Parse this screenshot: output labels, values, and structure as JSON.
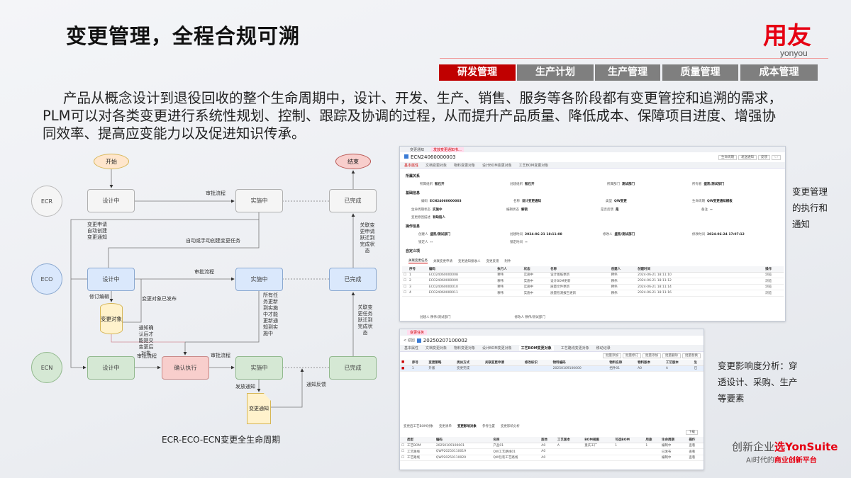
{
  "title": "变更管理，全程合规可溯",
  "logo": {
    "brand": "用友",
    "sub": "yonyou"
  },
  "nav_tabs": [
    {
      "label": "研发管理",
      "active": true
    },
    {
      "label": "生产计划",
      "active": false
    },
    {
      "label": "生产管理",
      "active": false
    },
    {
      "label": "质量管理",
      "active": false
    },
    {
      "label": "成本管理",
      "active": false
    }
  ],
  "paragraph_lines": [
    "产品从概念设计到退役回收的整个生命周期中，设计、开发、生产、销售、服务等各阶段都有变更管控和追溯的需求，",
    "PLM可以对各类变更进行系统性规划、控制、跟踪及协调的过程，从而提升产品质量、降低成本、保障项目进度、增强协",
    "同效率、提高应变能力以及促进知识传承。"
  ],
  "flow": {
    "start": "开始",
    "end": "结束",
    "lanes": [
      "ECR",
      "ECO",
      "ECN"
    ],
    "design": "设计中",
    "implementing": "实施中",
    "done": "已完成",
    "confirm": "确认执行",
    "change_object": "变更对象",
    "change_notice": "变更通知",
    "labels": {
      "approve": "审批流程",
      "auto_create_notice": "变更申请自动创建变更通知",
      "auto_create_task": "自动或手动创建变更任务",
      "revise": "修订编辑",
      "object_released": "变更对象已发布",
      "notify_confirm": "通知确认后才能提交变更后对象",
      "all_tasks": "所有任务更新到实施中才能更新通知到实施中",
      "ecr_done": "关联变更申请跃迁到完成状态",
      "eco_done": "关联变更任务跃迁到完成状态",
      "release_notice": "发放通知",
      "feedback": "通知反馈"
    },
    "caption": "ECR-ECO-ECN变更全生命周期"
  },
  "shot1": {
    "tabs": [
      "变更通知",
      "发放变更通知书..."
    ],
    "code": "ECN24060000003",
    "buttons": [
      "生命周期",
      "发送通知",
      "反馈"
    ],
    "subtabs": [
      "基本属性",
      "文档变更对象",
      "物料变更对象",
      "设计BOM变更对象",
      "工艺BOM变更对象"
    ],
    "sections": [
      "所属关系",
      "基础信息",
      "操作信息",
      "自定义项"
    ],
    "fields": {
      "org_label": "所属组织",
      "org": "智石开",
      "create_org_label": "创建组织",
      "create_org": "智石开",
      "dept_label": "所属部门",
      "dept": "测试部门",
      "owner_label": "所有者",
      "owner": "盛凯/测试部门",
      "code_label": "编码",
      "code": "ECN24060000003",
      "name_label": "名称",
      "name": "设计变更通知",
      "type_label": "类型",
      "type": "QW变更",
      "lifecycle_label": "生命周期",
      "lifecycle": "QW变更通知模板",
      "state_label": "生命周期状态",
      "state": "实施中",
      "edit_label": "编辑状态",
      "edit": "解锁",
      "feedback_label": "是否反馈",
      "feedback": "是",
      "remark_label": "备注",
      "remark": "--",
      "reason_label": "变更原因描述",
      "reason": "有缺陷人",
      "creator_label": "创建人",
      "creator": "盛凯/测试部门",
      "ctime_label": "创建时间",
      "ctime": "2024-06-21 18:11:08",
      "modifier_label": "修改人",
      "modifier": "盛凯/测试部门",
      "mtime_label": "修改时间",
      "mtime": "2024-06-24 17:07:12",
      "lock_label": "锁定人",
      "lock": "--",
      "locktime_label": "锁定时间",
      "locktime": "--"
    },
    "table_tabs": [
      "关联变更任务",
      "关联变更申请",
      "变更通知接收人",
      "变更反馈",
      "附件"
    ],
    "columns": [
      "序号",
      "编码",
      "执行人",
      "状态",
      "名称",
      "创建人",
      "创建时间",
      "操作"
    ],
    "rows": [
      [
        "1",
        "ECO24060000008",
        "穆伟",
        "实施中",
        "设计图纸更新",
        "穆伟",
        "2024-06-21 18:11:10",
        "浏览"
      ],
      [
        "2",
        "ECO24060000009",
        "穆伟",
        "实施中",
        "设计BOM更新",
        "穆伟",
        "2024-06-21 18:11:12",
        "浏览"
      ],
      [
        "3",
        "ECO24060000010",
        "穆伟",
        "实施中",
        "质量文件更新",
        "穆伟",
        "2024-06-21 18:11:14",
        "浏览"
      ],
      [
        "4",
        "ECO24060000011",
        "穆伟",
        "实施中",
        "质量检测报告更新",
        "穆伟",
        "2024-06-21 18:11:16",
        "浏览"
      ]
    ],
    "footer": {
      "creator": "创建人  穆伟/测试部门",
      "modifier": "修改人  穆伟/测试部门"
    }
  },
  "shot2": {
    "tab": "变更任务",
    "back": "< 返回",
    "code": "20250207100002",
    "subtabs": [
      "基本属性",
      "文档变更对象",
      "物料变更对象",
      "设计BOM变更对象",
      "工艺BOM变更对象",
      "工艺路线变更对象",
      "移动记录"
    ],
    "buttons": [
      "批量添加",
      "批量修订",
      "批量添加",
      "批量删除",
      "批量替换"
    ],
    "columns": [
      "序号",
      "变更策略",
      "类似方式",
      "关联变更申请",
      "修改标识",
      "物料编码",
      "物料名称",
      "物料版本",
      "工艺版本",
      "生"
    ],
    "row": [
      "1",
      "升版",
      "变更完成",
      "",
      "",
      "20250109100000",
      "挡件01",
      "A0",
      "A",
      "已"
    ],
    "bottom_tabs": [
      "变更后工艺BOM对象",
      "变更清单",
      "变更影响对象",
      "参考位置",
      "变更影响分析"
    ],
    "download": "下载",
    "bcolumns": [
      "类型",
      "编码",
      "名称",
      "版本",
      "工艺版本",
      "BOM视图",
      "可选BOM",
      "用途",
      "生命周期",
      "操作"
    ],
    "brows": [
      [
        "工艺BOM",
        "20250109100001",
        "产品01",
        "A0",
        "A",
        "重庆工厂",
        "1",
        "1",
        "编制中",
        "查看"
      ],
      [
        "工艺路线",
        "QWP20250110019",
        "QW工艺路线01",
        "A0",
        "",
        "",
        "",
        "",
        "已发布",
        "查看"
      ],
      [
        "工艺路线",
        "QWP20250110020",
        "QW包装工艺路线",
        "A0",
        "",
        "",
        "",
        "",
        "编制中",
        "查看"
      ]
    ]
  },
  "side_note1": "变更管理的执行和通知",
  "side_note2": "变更影响度分析：穿透设计、采购、生产等要素",
  "slogan": {
    "a": "创新企业",
    "b": "选YonSuite",
    "c": "AI时代的",
    "d": "商业创新平台"
  }
}
